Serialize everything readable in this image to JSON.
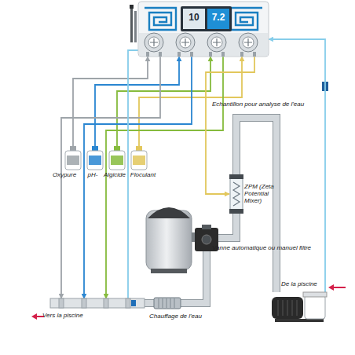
{
  "diagram": {
    "nodes": [
      {
        "text": [
          "10",
          "7.2"
        ]
      },
      {
        "text": [
          "Oxypure"
        ]
      },
      {
        "text": [
          "pH-"
        ]
      },
      {
        "text": [
          "Algicide"
        ]
      },
      {
        "text": [
          "Floculant"
        ]
      },
      {
        "text": [
          "ZPM (Zeta Potential Mixer)"
        ]
      },
      {
        "text": [
          "Vanne automatique ou manuel filtre"
        ]
      },
      {
        "text": [
          "De la piscine"
        ]
      },
      {
        "text": [
          "Chauffage de l'eau"
        ]
      },
      {
        "text": [
          "Vers la piscine"
        ]
      }
    ],
    "edges": [
      {
        "from": 1,
        "to": 0,
        "arrow": "to"
      },
      {
        "from": 2,
        "to": 0,
        "arrow": "to"
      },
      {
        "from": 3,
        "to": 0,
        "arrow": "to"
      },
      {
        "from": 4,
        "to": 0,
        "arrow": "to"
      },
      {
        "from": 0,
        "to": 9,
        "arrow": "to"
      },
      {
        "from": 0,
        "to": 9,
        "arrow": "to"
      },
      {
        "from": 0,
        "to": 9,
        "arrow": "to"
      },
      {
        "from": 0,
        "to": 9,
        "arrow": "none"
      },
      {
        "from": 0,
        "to": 5,
        "arrow": "to"
      },
      {
        "from": 7,
        "to": 0,
        "label": "Echantillon pour analyse de l'eau",
        "arrow": "to"
      },
      {
        "from": 7,
        "to": 5,
        "arrow": "none"
      },
      {
        "from": 5,
        "to": 6,
        "arrow": "none"
      },
      {
        "from": 6,
        "to": 8,
        "arrow": "none"
      },
      {
        "from": 8,
        "to": 9,
        "arrow": "none"
      }
    ]
  }
}
